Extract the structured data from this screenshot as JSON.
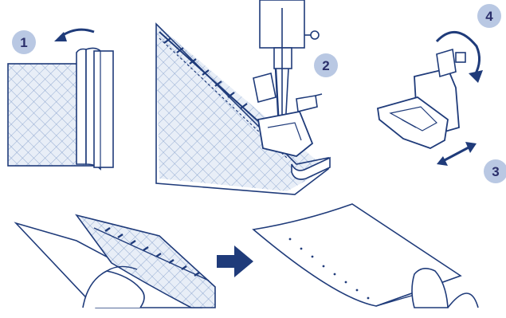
{
  "steps": [
    {
      "label": "1"
    },
    {
      "label": "2"
    },
    {
      "label": "3"
    },
    {
      "label": "4"
    }
  ],
  "colors": {
    "ink": "#1f3b7a",
    "fabric": "#e4ecf6",
    "badge": "#b9c8e3",
    "badge_text": "#2b2f6b"
  },
  "icons": [
    "fold-arrow-icon",
    "rotate-arrow-icon",
    "slide-arrow-icon",
    "next-step-arrow-icon"
  ]
}
